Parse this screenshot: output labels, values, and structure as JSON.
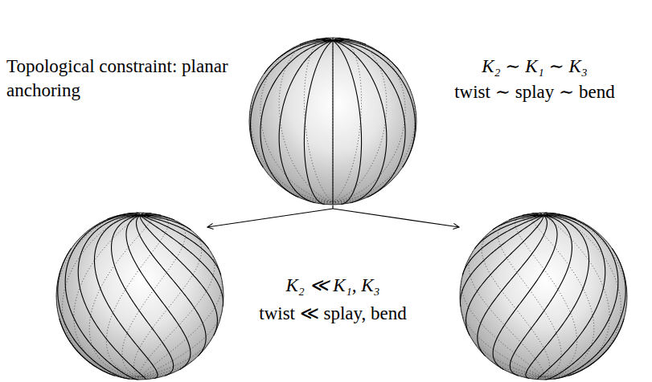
{
  "diagram": {
    "labels": [
      "Topological constraint: planar anchoring",
      "K₂ ∼ K₁ ∼ K₃",
      "twist ∼ splay ∼ bend",
      "K₂ ≪ K₁, K₃",
      "twist ≪ splay, bend"
    ]
  }
}
